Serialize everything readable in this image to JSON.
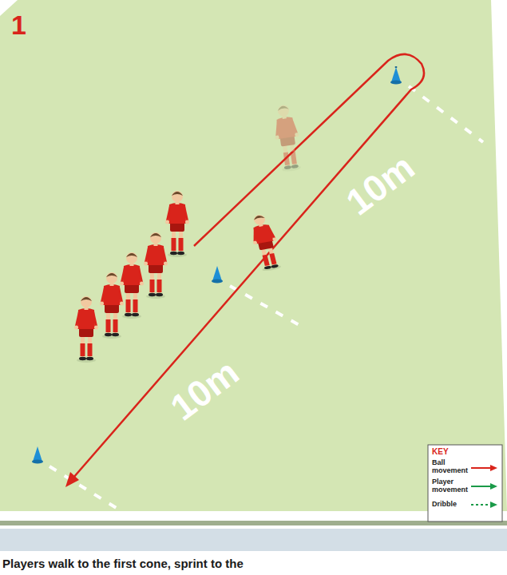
{
  "diagram": {
    "caption": "Players walk to the first cone, sprint to the",
    "labels": [
      "1",
      "10m",
      "10m",
      "KEY"
    ],
    "legend": [
      {
        "text": "Ball movement"
      },
      {
        "text": "Player movement"
      },
      {
        "text": "Dribble"
      }
    ]
  }
}
